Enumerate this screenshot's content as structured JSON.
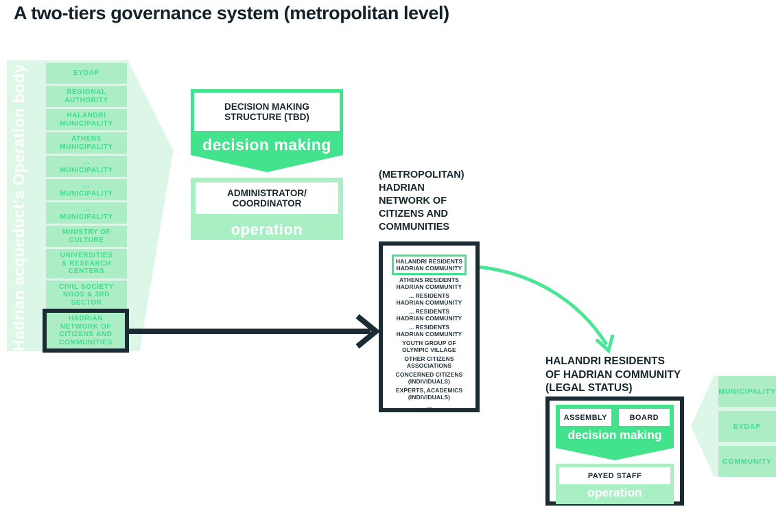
{
  "title": "A two-tiers governance system (metropolitan level)",
  "colors": {
    "accent_green": "#43E38D",
    "light_green_banner": "#A8EFC4",
    "member_box_green": "#ACEDC5",
    "pale_background_green": "#DCF7E8",
    "dark_outline": "#1B2B33"
  },
  "operation_body": {
    "vertical_label": "Hadrian acqueduct's Operation body",
    "members": [
      "EYDAP",
      "REGIONAL\nAUTHORITY",
      "HALANDRI\nMUNICIPALITY",
      "ATHENS\nMUNICIPALITY",
      "...\nMUNICIPALITY",
      "...\nMUNICIPALITY",
      "...\nMUNICIPALITY",
      "MINISTRY OF\nCULTURE",
      "UNIVERSITIES\n& RESEARCH\nCENTERS",
      "CIVIL SOCIETY\nNGOS & 3RD\nSECTOR"
    ],
    "highlighted_member": "HADRIAN\nNETWORK OF\nCITIZENS AND\nCOMMUNITIES"
  },
  "metropolitan_tier": {
    "decision_box": "DECISION MAKING\nSTRUCTURE (TBD)",
    "decision_banner": "decision making",
    "operation_box": "ADMINISTRATOR/\nCOORDINATOR",
    "operation_banner": "operation"
  },
  "network": {
    "heading": "(METROPOLITAN)\nHADRIAN\nNETWORK OF\nCITIZENS AND\nCOMMUNITIES",
    "highlighted_member": "HALANDRI RESIDENTS\nHADRIAN COMMUNITY",
    "members": [
      "ATHENS RESIDENTS\nHADRIAN COMMUNITY",
      "... RESIDENTS\nHADRIAN COMMUNITY",
      "... RESIDENTS\nHADRIAN COMMUNITY",
      "... RESIDENTS\nHADRIAN COMMUNITY",
      "YOUTH GROUP OF\nOLYMPIC VILLAGE",
      "OTHER CITIZENS\nASSOCIATIONS",
      "CONCERNED CITIZENS\n(INDIVIDUALS)",
      "EXPERTS, ACADEMICS\n(INDIVIDUALS)",
      "..."
    ]
  },
  "community_tier": {
    "heading": "HALANDRI RESIDENTS\nOF HADRIAN COMMUNITY\n(LEGAL STATUS)",
    "decision_boxes": [
      "ASSEMBLY",
      "BOARD"
    ],
    "decision_banner": "decision making",
    "operation_box": "PAYED STAFF",
    "operation_banner": "operation"
  },
  "stakeholders": [
    "MUNICIPALITY",
    "EYDAP",
    "COMMUNITY"
  ]
}
